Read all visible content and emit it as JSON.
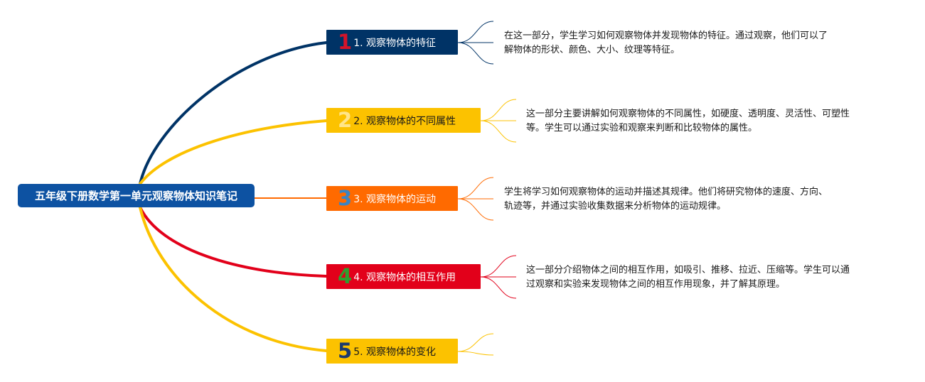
{
  "root": {
    "label": "五年级下册数学第一单元观察物体知识笔记",
    "color": "#0d52a2"
  },
  "topics": [
    {
      "number": "1",
      "label": "1. 观察物体的特征",
      "box_color": "#003366",
      "branch_color": "#003366",
      "number_color": "#d4142a",
      "text_color": "#ffffff",
      "desc_lines": [
        "在这一部分，学生学习如何观察物体并发现物体的特征。通过观察，他们可以了",
        "解物体的形状、颜色、大小、纹理等特征。"
      ]
    },
    {
      "number": "2",
      "label": "2. 观察物体的不同属性",
      "box_color": "#fcc200",
      "branch_color": "#fcc200",
      "number_color": "#ffe58a",
      "text_color": "#1a1a1a",
      "desc_lines": [
        "这一部分主要讲解如何观察物体的不同属性，如硬度、透明度、灵活性、可塑性",
        "等。学生可以通过实验和观察来判断和比较物体的属性。"
      ]
    },
    {
      "number": "3",
      "label": "3. 观察物体的运动",
      "box_color": "#ff6a00",
      "branch_color": "#ff6a00",
      "number_color": "#3a84c4",
      "text_color": "#ffffff",
      "desc_lines": [
        "学生将学习如何观察物体的运动并描述其规律。他们将研究物体的速度、方向、",
        "轨迹等，并通过实验收集数据来分析物体的运动规律。"
      ]
    },
    {
      "number": "4",
      "label": "4. 观察物体的相互作用",
      "box_color": "#e2001a",
      "branch_color": "#e2001a",
      "number_color": "#2e9e2e",
      "text_color": "#ffffff",
      "desc_lines": [
        "这一部分介绍物体之间的相互作用，如吸引、推移、拉近、压缩等。学生可以通",
        "过观察和实验来发现物体之间的相互作用现象，并了解其原理。"
      ]
    },
    {
      "number": "5",
      "label": "5. 观察物体的变化",
      "box_color": "#fcc200",
      "branch_color": "#fcc200",
      "number_color": "#1c3a6e",
      "text_color": "#1a1a1a",
      "desc_lines": []
    }
  ]
}
